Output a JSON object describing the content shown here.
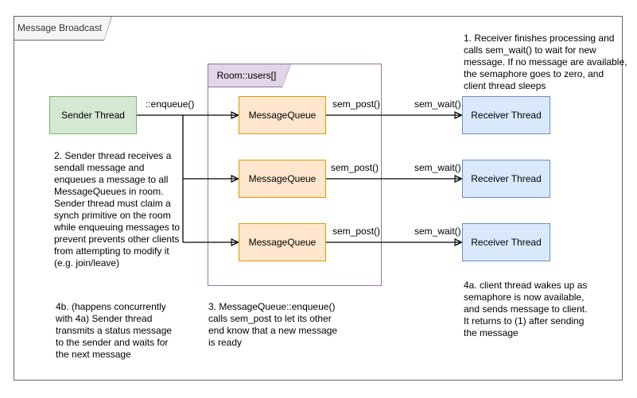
{
  "frame": {
    "title": "Message Broadcast"
  },
  "room": {
    "title": "Room::users[]"
  },
  "nodes": {
    "sender": "Sender Thread",
    "queues": [
      "MessageQueue",
      "MessageQueue",
      "MessageQueue"
    ],
    "receivers": [
      "Receiver Thread",
      "Receiver Thread",
      "Receiver Thread"
    ]
  },
  "edge_labels": {
    "enqueue": "::enqueue()",
    "sem_post": [
      "sem_post()",
      "sem_post()",
      "sem_post()"
    ],
    "sem_wait": [
      "sem_wait()",
      "sem_wait()",
      "sem_wait()"
    ]
  },
  "notes": {
    "step1": "1. Receiver finishes processing and\ncalls sem_wait() to wait for new\nmessage. If no message are available,\nthe semaphore goes to zero, and\nclient thread sleeps",
    "step2": "2. Sender thread receives a\nsendall message and\nenqueues a message to all\nMessageQueues in room.\nSender thread must claim a\nsynch primitive on the room\nwhile enqueuing messages to\nprevent prevents other clients\nfrom attempting to modify it\n(e.g. join/leave)",
    "step3": "3. MessageQueue::enqueue()\ncalls sem_post to let its other\nend know that a new message\nis ready",
    "step4a": "4a. client thread wakes up as\nsemaphore is now available,\nand sends message to client.\nIt returns to (1) after sending\nthe message",
    "step4b": "4b. (happens concurrently\nwith 4a) Sender thread\ntransmits a status message\nto the sender and waits for\nthe next message"
  },
  "colors": {
    "sender_fill": "#d5e8d4",
    "sender_stroke": "#82b366",
    "queue_fill": "#ffe6cc",
    "queue_stroke": "#d79b00",
    "receiver_fill": "#dae8fc",
    "receiver_stroke": "#6c8ebf",
    "room_tab_fill": "#e1d5e7",
    "room_stroke": "#9673a6",
    "frame_stroke": "#666666",
    "frame_tab_fill": "#f5f5f5",
    "connector": "#000000"
  }
}
